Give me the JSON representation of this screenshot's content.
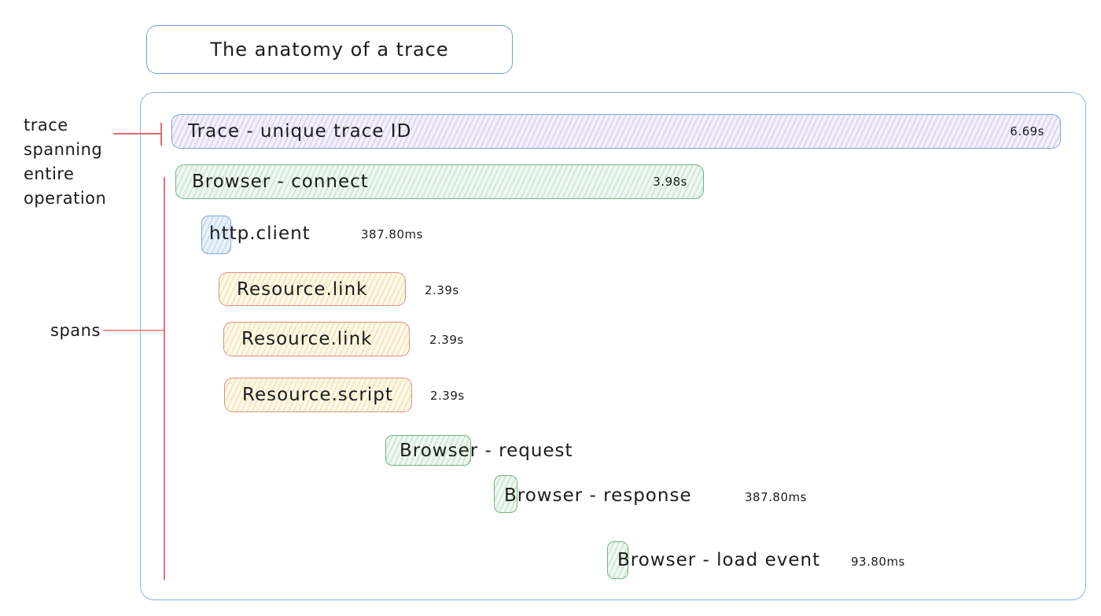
{
  "title": "The anatomy of a trace",
  "annotations": {
    "trace_label": "trace\nspanning\nentire\noperation",
    "spans_label": "spans"
  },
  "spans": [
    {
      "name": "Trace - unique trace ID",
      "duration": "6.69s",
      "color": "purple"
    },
    {
      "name": "Browser - connect",
      "duration": "3.98s",
      "color": "green"
    },
    {
      "name": "http.client",
      "duration": "387.80ms",
      "color": "blue"
    },
    {
      "name": "Resource.link",
      "duration": "2.39s",
      "color": "yellow"
    },
    {
      "name": "Resource.link",
      "duration": "2.39s",
      "color": "yellow"
    },
    {
      "name": "Resource.script",
      "duration": "2.39s",
      "color": "yellow"
    },
    {
      "name": "Browser - request",
      "duration": "",
      "color": "green"
    },
    {
      "name": "Browser - response",
      "duration": "387.80ms",
      "color": "green"
    },
    {
      "name": "Browser - load event",
      "duration": "93.80ms",
      "color": "green"
    }
  ],
  "colors": {
    "blue_border": "#79a5dc",
    "green_border": "#6fb383",
    "red_border": "#e28c80",
    "purple_fill": "#f4f1fc",
    "green_fill": "#f0f8f2",
    "blue_fill": "#eaf3fb",
    "yellow_fill": "#fefaec",
    "annotation_line": "#e06c6c",
    "text": "#1c1c1c"
  }
}
